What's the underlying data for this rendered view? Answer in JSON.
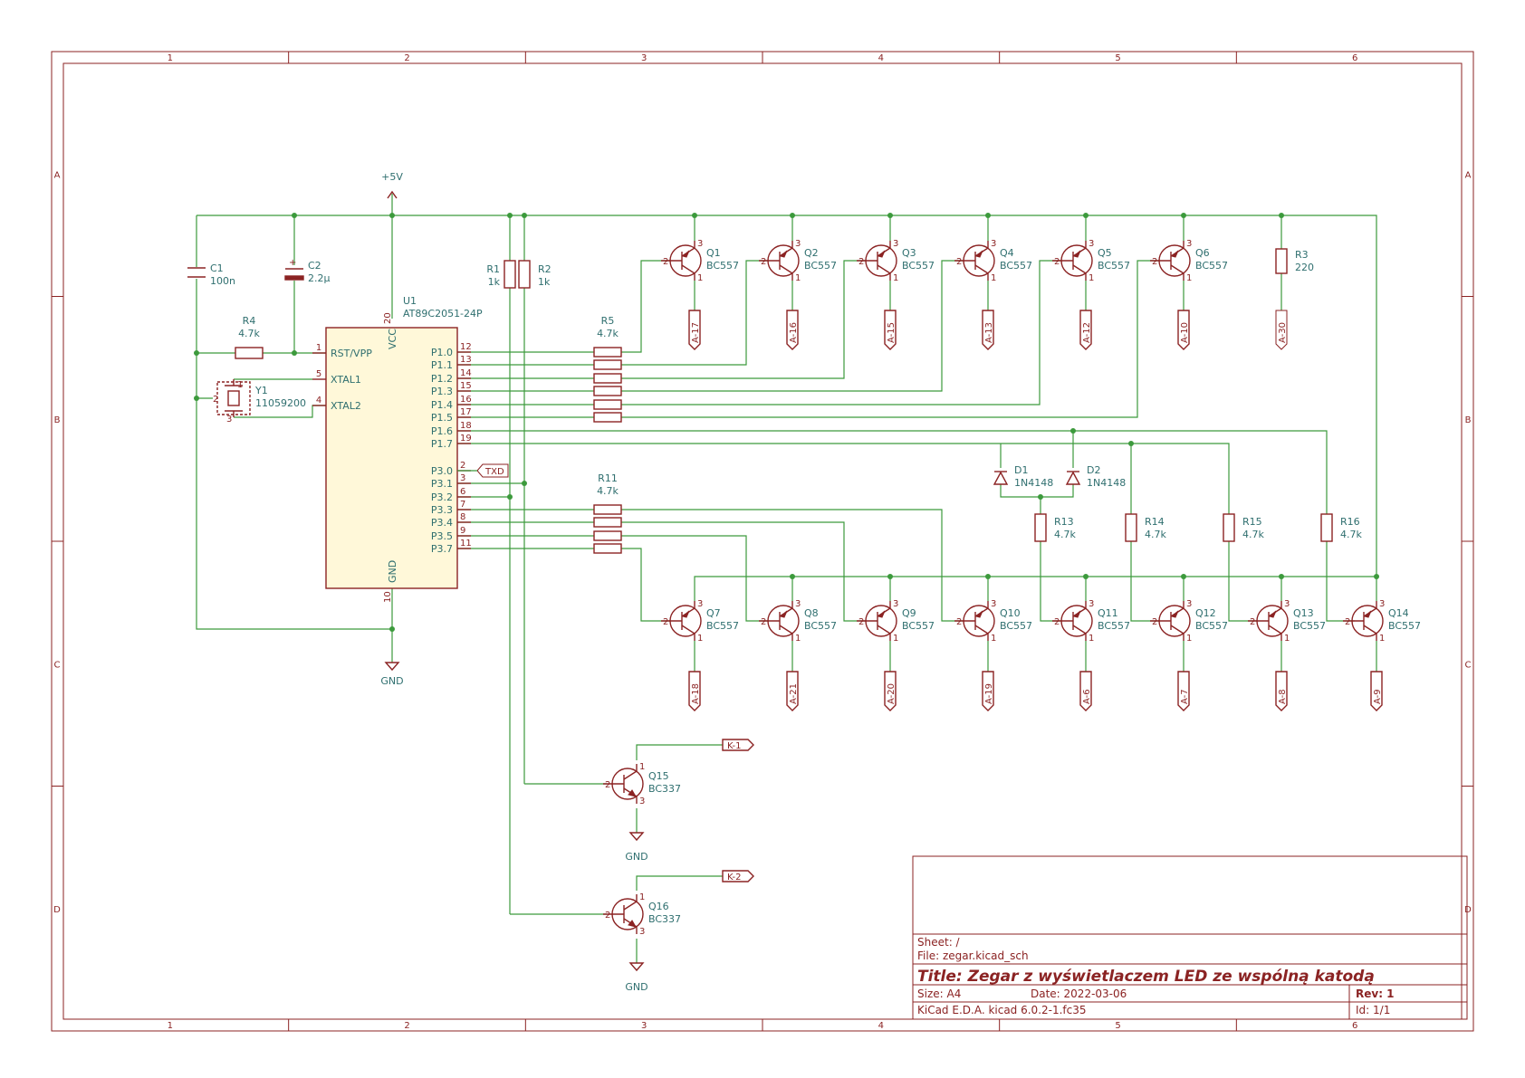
{
  "frame": {
    "columns": [
      "1",
      "2",
      "3",
      "4",
      "5",
      "6"
    ],
    "rows": [
      "A",
      "B",
      "C",
      "D"
    ]
  },
  "power": {
    "vcc_label": "+5V",
    "gnd_label": "GND"
  },
  "mcu": {
    "ref": "U1",
    "value": "AT89C2051-24P",
    "vcc_pin_name": "VCC",
    "vcc_pin_num": "20",
    "gnd_pin_name": "GND",
    "gnd_pin_num": "10",
    "left_pins": [
      {
        "name": "RST/VPP",
        "num": "1"
      },
      {
        "name": "XTAL1",
        "num": "5"
      },
      {
        "name": "XTAL2",
        "num": "4"
      }
    ],
    "right_pins": [
      {
        "name": "P1.0",
        "num": "12"
      },
      {
        "name": "P1.1",
        "num": "13"
      },
      {
        "name": "P1.2",
        "num": "14"
      },
      {
        "name": "P1.3",
        "num": "15"
      },
      {
        "name": "P1.4",
        "num": "16"
      },
      {
        "name": "P1.5",
        "num": "17"
      },
      {
        "name": "P1.6",
        "num": "18"
      },
      {
        "name": "P1.7",
        "num": "19"
      },
      {
        "name": "P3.0",
        "num": "2"
      },
      {
        "name": "P3.1",
        "num": "3"
      },
      {
        "name": "P3.2",
        "num": "6"
      },
      {
        "name": "P3.3",
        "num": "7"
      },
      {
        "name": "P3.4",
        "num": "8"
      },
      {
        "name": "P3.5",
        "num": "9"
      },
      {
        "name": "P3.7",
        "num": "11"
      }
    ]
  },
  "passives": {
    "c1": {
      "ref": "C1",
      "value": "100n"
    },
    "c2": {
      "ref": "C2",
      "value": "2.2µ"
    },
    "r4": {
      "ref": "R4",
      "value": "4.7k"
    },
    "y1": {
      "ref": "Y1",
      "value": "11059200",
      "pins": [
        "1",
        "2",
        "3"
      ]
    },
    "r1": {
      "ref": "R1",
      "value": "1k"
    },
    "r2": {
      "ref": "R2",
      "value": "1k"
    },
    "r3": {
      "ref": "R3",
      "value": "220"
    },
    "r5": {
      "ref": "R5",
      "value": "4.7k"
    },
    "r11": {
      "ref": "R11",
      "value": "4.7k"
    },
    "d1": {
      "ref": "D1",
      "value": "1N4148"
    },
    "d2": {
      "ref": "D2",
      "value": "1N4148"
    },
    "r13": {
      "ref": "R13",
      "value": "4.7k"
    },
    "r14": {
      "ref": "R14",
      "value": "4.7k"
    },
    "r15": {
      "ref": "R15",
      "value": "4.7k"
    },
    "r16": {
      "ref": "R16",
      "value": "4.7k"
    }
  },
  "labels": {
    "txd": "TXD",
    "r3_out": "A-30"
  },
  "top_transistors": [
    {
      "ref": "Q1",
      "value": "BC557",
      "label": "A-17"
    },
    {
      "ref": "Q2",
      "value": "BC557",
      "label": "A-16"
    },
    {
      "ref": "Q3",
      "value": "BC557",
      "label": "A-15"
    },
    {
      "ref": "Q4",
      "value": "BC557",
      "label": "A-13"
    },
    {
      "ref": "Q5",
      "value": "BC557",
      "label": "A-12"
    },
    {
      "ref": "Q6",
      "value": "BC557",
      "label": "A-10"
    }
  ],
  "bottom_transistors": [
    {
      "ref": "Q7",
      "value": "BC557",
      "label": "A-18"
    },
    {
      "ref": "Q8",
      "value": "BC557",
      "label": "A-21"
    },
    {
      "ref": "Q9",
      "value": "BC557",
      "label": "A-20"
    },
    {
      "ref": "Q10",
      "value": "BC557",
      "label": "A-19"
    },
    {
      "ref": "Q11",
      "value": "BC557",
      "label": "A-6"
    },
    {
      "ref": "Q12",
      "value": "BC557",
      "label": "A-7"
    },
    {
      "ref": "Q13",
      "value": "BC557",
      "label": "A-8"
    },
    {
      "ref": "Q14",
      "value": "BC557",
      "label": "A-9"
    }
  ],
  "cathode_transistors": [
    {
      "ref": "Q15",
      "value": "BC337",
      "label": "K-1"
    },
    {
      "ref": "Q16",
      "value": "BC337",
      "label": "K-2"
    }
  ],
  "transistor_pins": {
    "base": "2",
    "collector": "1",
    "emitter": "3"
  },
  "title_block": {
    "sheet": "Sheet: /",
    "file": "File: zegar.kicad_sch",
    "title": "Title: Zegar z wyświetlaczem LED ze wspólną katodą",
    "size": "Size: A4",
    "date": "Date: 2022-03-06",
    "rev": "Rev: 1",
    "tool": "KiCad E.D.A.  kicad 6.0.2-1.fc35",
    "id": "Id: 1/1"
  }
}
